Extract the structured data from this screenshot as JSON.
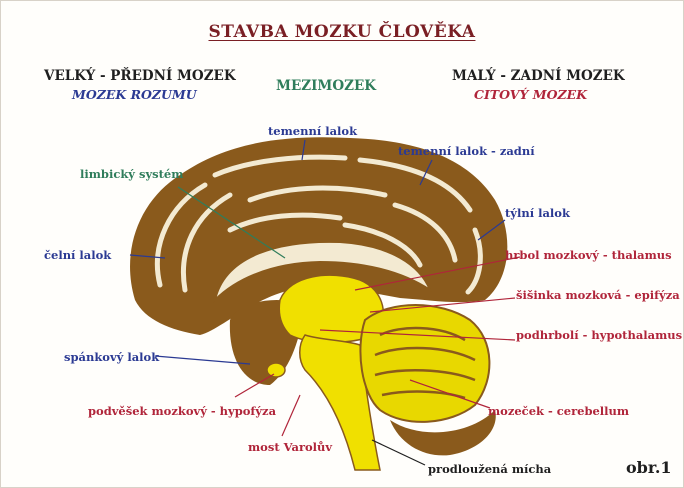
{
  "title": "STAVBA MOZKU ČLOVĚKA",
  "headers": {
    "left": "VELKÝ - PŘEDNÍ MOZEK",
    "left_sub": "MOZEK ROZUMU",
    "center": "MEZIMOZEK",
    "right": "MALÝ - ZADNÍ MOZEK",
    "right_sub": "CITOVÝ MOZEK"
  },
  "labels": {
    "temenni_lalok": "temenní lalok",
    "temenni_lalok_zadni": "temenní lalok - zadní",
    "limbicky_system": "limbický systém",
    "tylni_lalok": "týlní lalok",
    "celni_lalok": "čelní lalok",
    "hrbol": "hrbol mozkový - thalamus",
    "sisinka": "šišinka mozková - epifýza",
    "podhrboli": "podhrbolí - hypothalamus",
    "spankovy_lalok": "spánkový lalok",
    "podvesek": "podvěšek mozkový - hypofýza",
    "mozecek": "mozeček - cerebellum",
    "most": "most Varolův",
    "prodlouzena": "prodloužená mícha"
  },
  "figure_label": "obr.1",
  "colors": {
    "title": "#7a1f24",
    "blue_label": "#2b3a93",
    "red_label": "#b0253a",
    "green_label": "#2f7d5b",
    "brain_brown": "#8a5a1c",
    "brain_light": "#f3ead2",
    "brainstem_yellow": "#f0e000"
  }
}
